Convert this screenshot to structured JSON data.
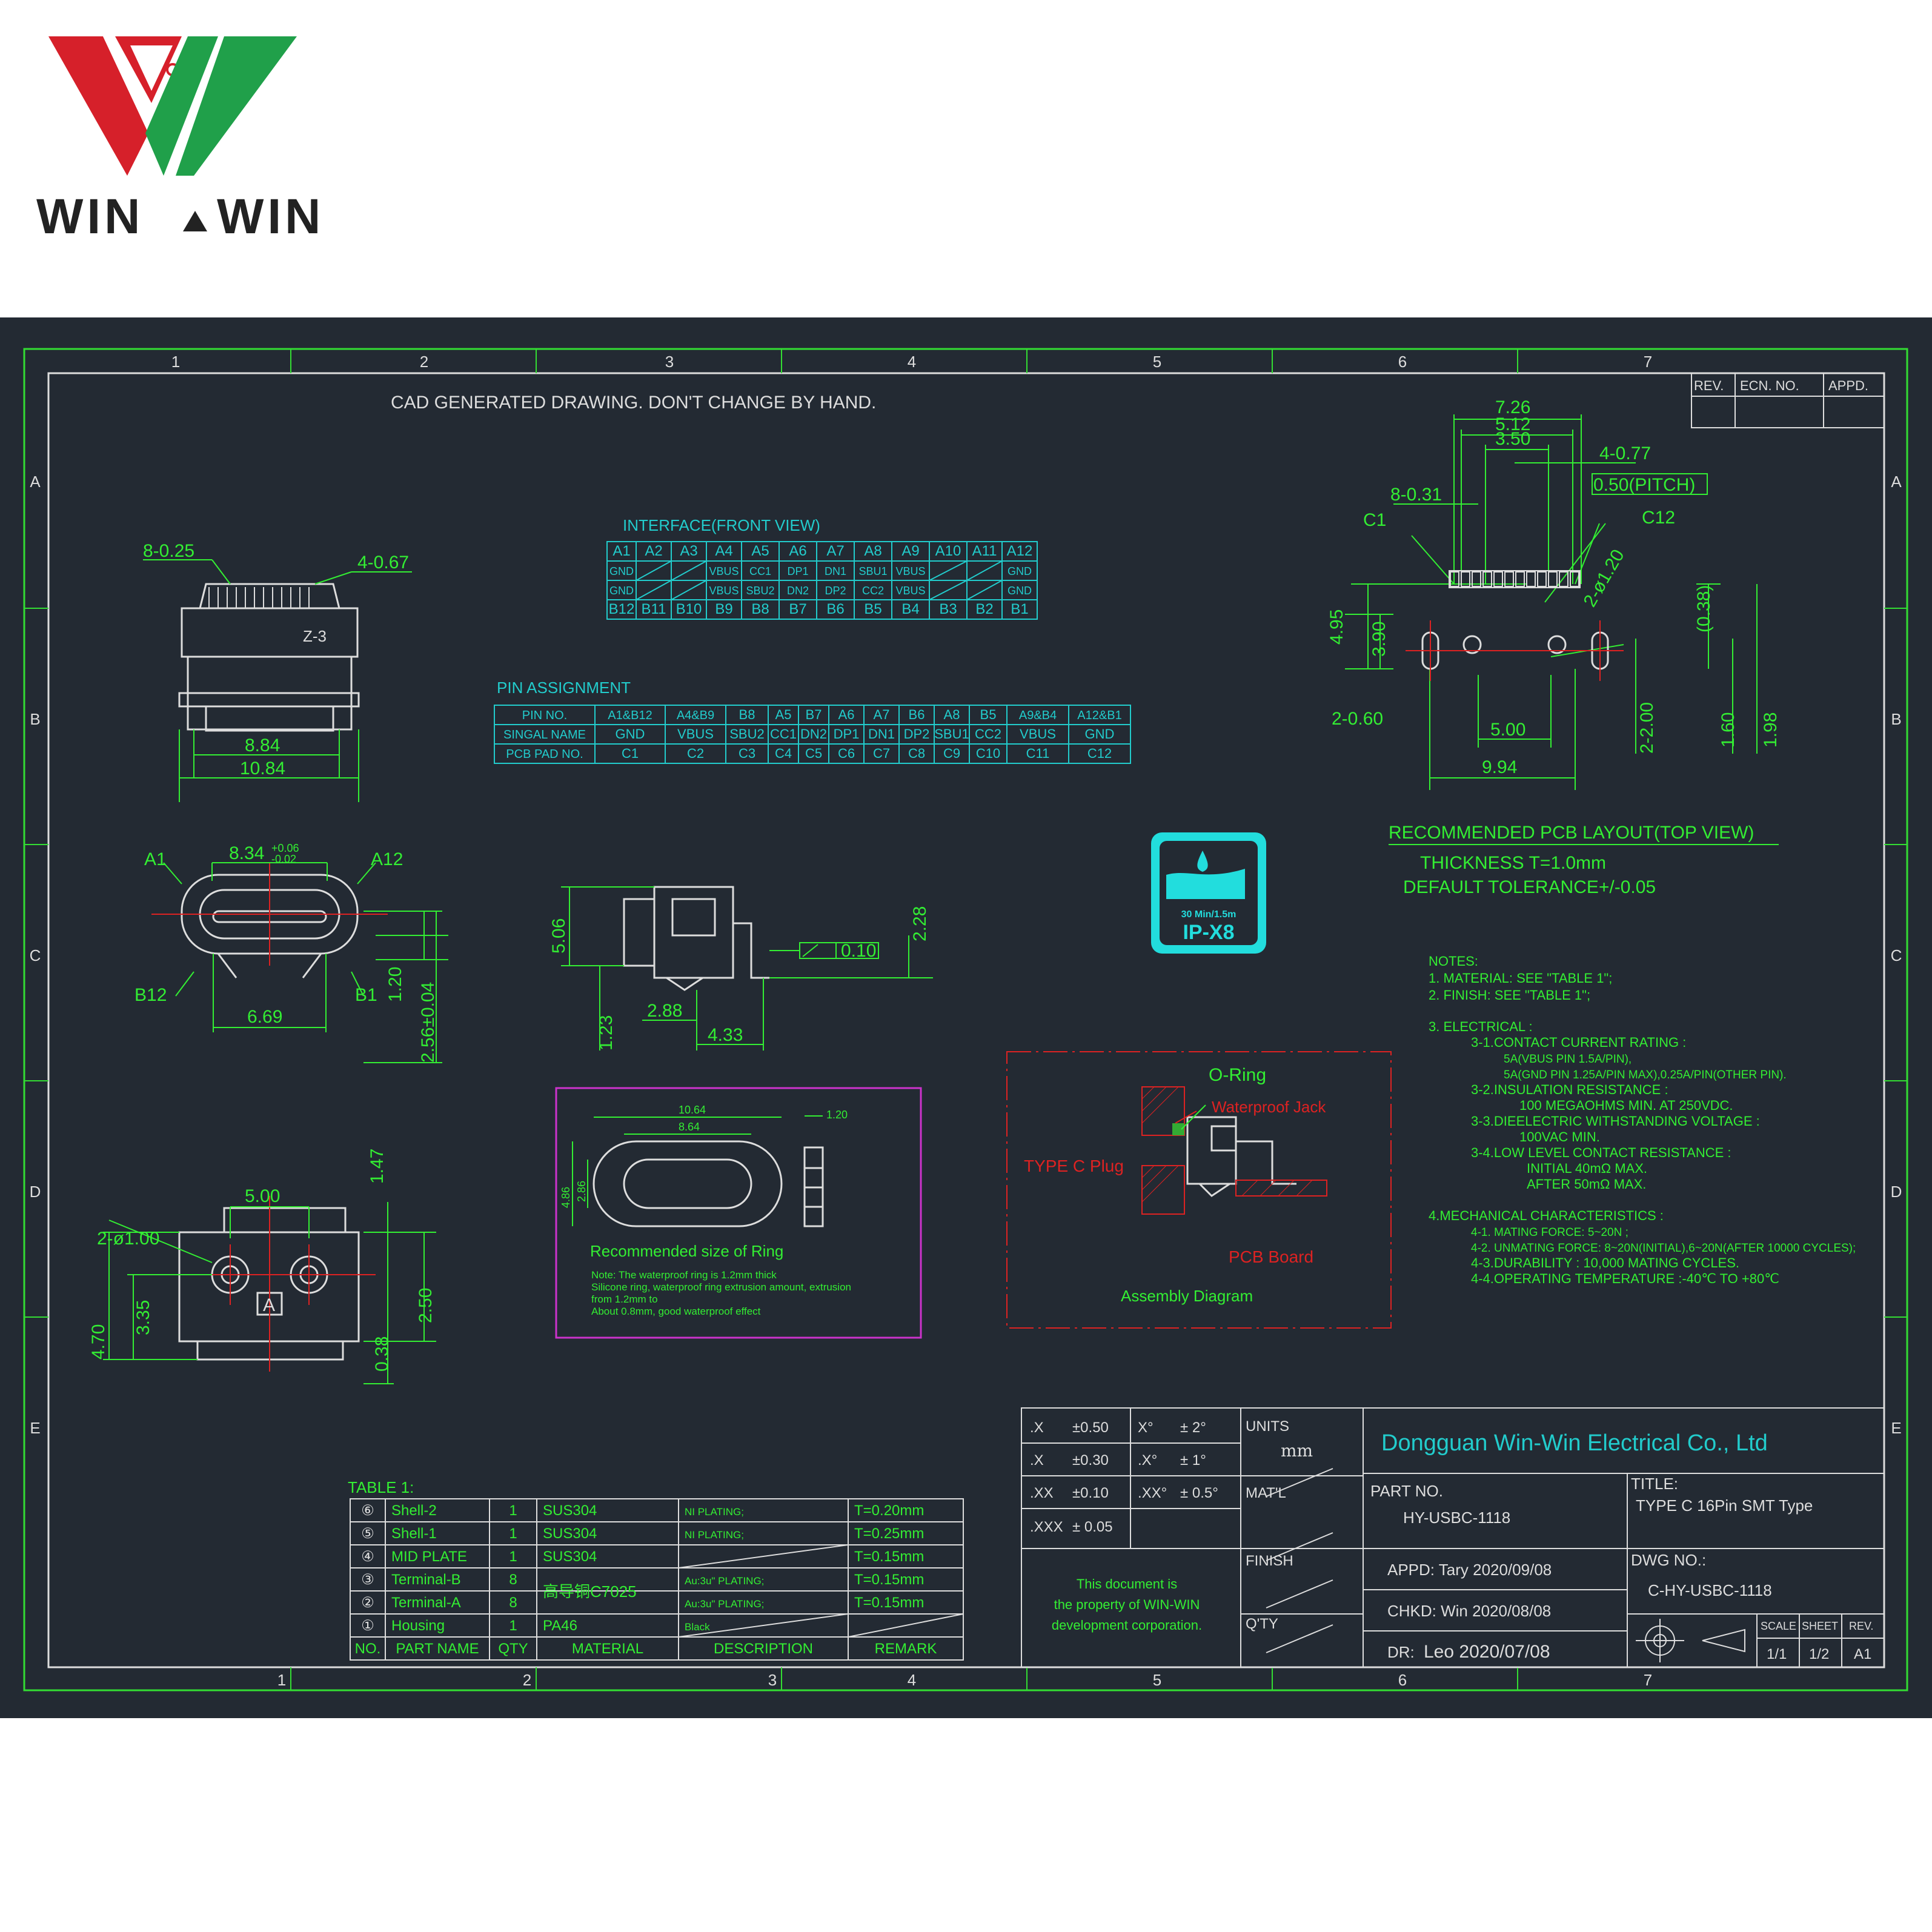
{
  "logo": {
    "brand_text": "WIN WIN",
    "colors": {
      "red": "#d6202a",
      "green": "#20a04a",
      "text": "#222222"
    }
  },
  "sheet": {
    "colors": {
      "background": "#232a33",
      "frame": "#33dd33",
      "cyan": "#22cccc",
      "green": "#33ee33",
      "red": "#dd2222",
      "magenta": "#cc33cc",
      "white": "#dddddd"
    },
    "col_numbers": [
      "1",
      "2",
      "3",
      "4",
      "5",
      "6",
      "7"
    ],
    "row_letters": [
      "A",
      "B",
      "C",
      "D",
      "E"
    ],
    "header_note": "CAD GENERATED DRAWING. DON'T CHANGE BY HAND."
  },
  "rev_table": {
    "headers": [
      "REV.",
      "ECN. NO.",
      "APPD."
    ]
  },
  "interface": {
    "title": "INTERFACE(FRONT VIEW)",
    "row_a_pins": [
      "A1",
      "A2",
      "A3",
      "A4",
      "A5",
      "A6",
      "A7",
      "A8",
      "A9",
      "A10",
      "A11",
      "A12"
    ],
    "row_a_signals": [
      "GND",
      "",
      "",
      "VBUS",
      "CC1",
      "DP1",
      "DN1",
      "SBU1",
      "VBUS",
      "",
      "",
      "GND"
    ],
    "row_b_signals": [
      "GND",
      "",
      "",
      "VBUS",
      "SBU2",
      "DN2",
      "DP2",
      "CC2",
      "VBUS",
      "",
      "",
      "GND"
    ],
    "row_b_pins": [
      "B12",
      "B11",
      "B10",
      "B9",
      "B8",
      "B7",
      "B6",
      "B5",
      "B4",
      "B3",
      "B2",
      "B1"
    ]
  },
  "pin_assignment": {
    "title": "PIN ASSIGNMENT",
    "row_labels": [
      "PIN NO.",
      "SINGAL NAME",
      "PCB PAD NO."
    ],
    "pin_no": [
      "A1&B12",
      "A4&B9",
      "B8",
      "A5",
      "B7",
      "A6",
      "A7",
      "B6",
      "A8",
      "B5",
      "A9&B4",
      "A12&B1"
    ],
    "signal": [
      "GND",
      "VBUS",
      "SBU2",
      "CC1",
      "DN2",
      "DP1",
      "DN1",
      "DP2",
      "SBU1",
      "CC2",
      "VBUS",
      "GND"
    ],
    "pad": [
      "C1",
      "C2",
      "C3",
      "C4",
      "C5",
      "C6",
      "C7",
      "C8",
      "C9",
      "C10",
      "C11",
      "C12"
    ]
  },
  "views": {
    "top_left": {
      "d1": "8-0.25",
      "d2": "4-0.67",
      "d3": "8.84",
      "d4": "10.84",
      "mark": "Z-3"
    },
    "front": {
      "a1": "A1",
      "a12": "A12",
      "b12": "B12",
      "b1": "B1",
      "w": "8.34",
      "tol_up": "+0.06",
      "tol_dn": "-0.02",
      "inner": "6.69",
      "h1": "1.20",
      "h2": "2.56±0.04"
    },
    "side": {
      "h": "5.06",
      "h2": "2.28",
      "flat": "0.10",
      "l1": "2.88",
      "l2": "4.33",
      "l3": "1.23"
    },
    "bottom": {
      "w": "5.00",
      "h1": "1.47",
      "hole": "2-ø1.00",
      "v1": "4.70",
      "v2": "3.35",
      "v3": "0.38",
      "v4": "2.50",
      "mark": "A"
    }
  },
  "ring": {
    "w1": "10.64",
    "w2": "8.64",
    "t": "1.20",
    "h1": "4.86",
    "h2": "2.86",
    "caption": "Recommended size of Ring",
    "note1": "Note: The waterproof ring is 1.2mm thick",
    "note2": "Silicone ring, waterproof ring extrusion amount, extrusion",
    "note3": "from 1.2mm to",
    "note4": "About 0.8mm, good waterproof effect"
  },
  "ip_badge": {
    "line1": "30 Min/1.5m",
    "line2": "IP-X8"
  },
  "assembly": {
    "oring": "O-Ring",
    "jack": "Waterproof Jack",
    "plug": "TYPE C Plug",
    "board": "PCB Board",
    "caption": "Assembly Diagram"
  },
  "pcb_layout": {
    "d_726": "7.26",
    "d_512": "5.12",
    "d_350": "3.50",
    "d_477": "4-0.77",
    "pitch": "0.50(PITCH)",
    "d_831": "8-0.31",
    "c1": "C1",
    "c12": "C12",
    "d_120": "2-ø1.20",
    "d_495": "4.95",
    "d_390": "3.90",
    "d_038": "(0.38)",
    "d_260": "2-0.60",
    "d_500": "5.00",
    "d_994": "9.94",
    "d_200": "2-2.00",
    "d_160": "1.60",
    "d_198": "1.98",
    "title": "RECOMMENDED PCB LAYOUT(TOP VIEW)",
    "thickness": "THICKNESS T=1.0mm",
    "tolerance": "DEFAULT TOLERANCE+/-0.05"
  },
  "notes": [
    "NOTES:",
    "1. MATERIAL: SEE \"TABLE 1\";",
    "2. FINISH: SEE \"TABLE 1\";",
    "3. ELECTRICAL :",
    "3-1.CONTACT CURRENT RATING :",
    "5A(VBUS PIN 1.5A/PIN),",
    "5A(GND PIN 1.25A/PIN MAX),0.25A/PIN(OTHER PIN).",
    "3-2.INSULATION RESISTANCE :",
    "100 MEGAOHMS MIN. AT 250VDC.",
    "3-3.DIEELECTRIC WITHSTANDING VOLTAGE :",
    "100VAC MIN.",
    "3-4.LOW LEVEL CONTACT RESISTANCE :",
    "INITIAL 40mΩ MAX.",
    "AFTER 50mΩ MAX.",
    "4.MECHANICAL CHARACTERISTICS :",
    "4-1. MATING FORCE: 5~20N ;",
    "4-2. UNMATING FORCE: 8~20N(INITIAL),6~20N(AFTER 10000 CYCLES);",
    "4-3.DURABILITY : 10,000 MATING CYCLES.",
    "4-4.OPERATING TEMPERATURE :-40℃ TO +80℃"
  ],
  "table1": {
    "title": "TABLE 1:",
    "headers": [
      "NO.",
      "PART NAME",
      "QTY",
      "MATERIAL",
      "DESCRIPTION",
      "REMARK"
    ],
    "rows": [
      [
        "⑥",
        "Shell-2",
        "1",
        "SUS304",
        "NI PLATING;",
        "T=0.20mm"
      ],
      [
        "⑤",
        "Shell-1",
        "1",
        "SUS304",
        "NI PLATING;",
        "T=0.25mm"
      ],
      [
        "④",
        "MID PLATE",
        "1",
        "SUS304",
        "",
        "T=0.15mm"
      ],
      [
        "③",
        "Terminal-B",
        "8",
        "",
        "Au:3u\" PLATING;",
        "T=0.15mm"
      ],
      [
        "②",
        "Terminal-A",
        "8",
        "",
        "Au:3u\" PLATING;",
        "T=0.15mm"
      ],
      [
        "①",
        "Housing",
        "1",
        "PA46",
        "Black",
        ""
      ]
    ],
    "merged_material": "高导铜C7025"
  },
  "title_block": {
    "tol": [
      [
        ".X",
        "±0.50",
        "X°",
        "± 2°"
      ],
      [
        ".X",
        "±0.30",
        ".X°",
        "± 1°"
      ],
      [
        ".XX",
        "±0.10",
        ".XX°",
        "± 0.5°"
      ],
      [
        ".XXX",
        "± 0.05",
        "",
        ""
      ]
    ],
    "units_label": "UNITS",
    "units": "mm",
    "matl": "MAT'L",
    "finish": "FINISH",
    "qty": "Q'TY",
    "company": "Dongguan Win-Win Electrical Co., Ltd",
    "part_no_label": "PART NO.",
    "part_no": "HY-USBC-1118",
    "title_label": "TITLE:",
    "title": "TYPE C 16Pin SMT Type",
    "appd": "APPD: Tary 2020/09/08",
    "chkd": "CHKD: Win 2020/08/08",
    "dr_label": "DR:",
    "dr": "Leo 2020/07/08",
    "dwg_label": "DWG NO.:",
    "dwg": "C-HY-USBC-1118",
    "scale_label": "SCALE",
    "scale": "1/1",
    "sheet_label": "SHEET",
    "sheet": "1/2",
    "rev_label": "REV.",
    "rev": "A1",
    "property": [
      "This document is",
      "the property of WIN-WIN",
      "development corporation."
    ]
  }
}
